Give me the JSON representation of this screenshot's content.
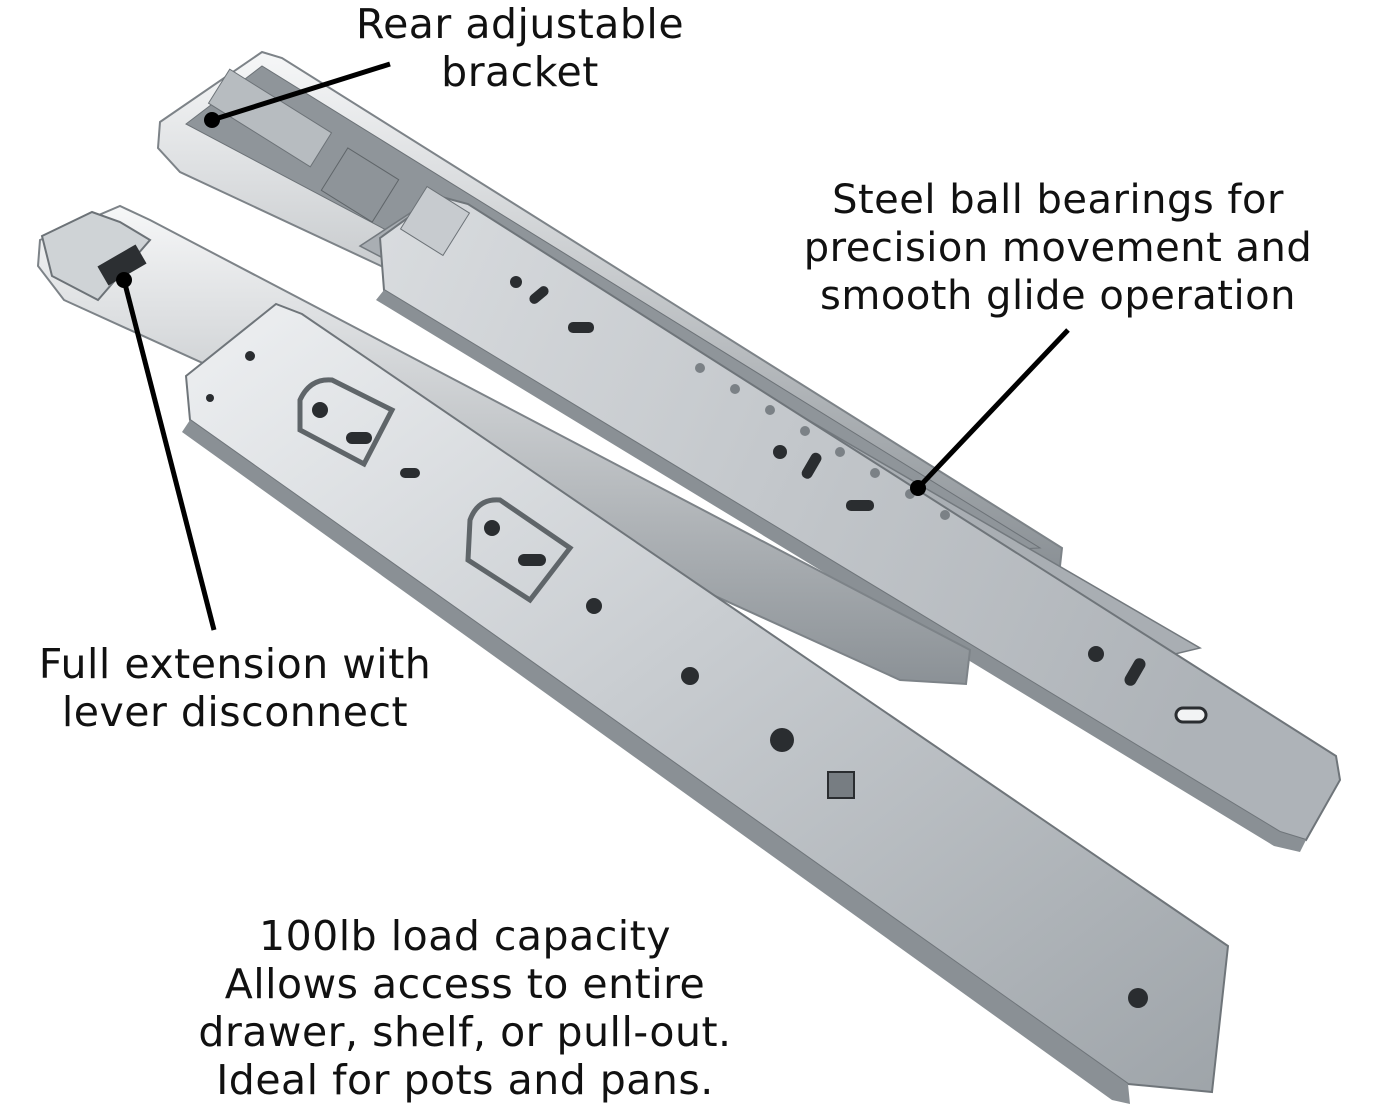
{
  "callouts": {
    "rear_bracket": {
      "lines": [
        "Rear adjustable",
        "bracket"
      ]
    },
    "ball_bearings": {
      "lines": [
        "Steel ball bearings for",
        "precision movement and",
        "smooth glide operation"
      ]
    },
    "full_extension": {
      "lines": [
        "Full extension with",
        "lever disconnect"
      ]
    },
    "load_capacity": {
      "lines": [
        "100lb load capacity",
        "Allows access to entire",
        "drawer, shelf, or pull-out.",
        "Ideal for pots and pans."
      ]
    }
  },
  "colors": {
    "background": "#ffffff",
    "text": "#111111",
    "leader_line": "#000000",
    "steel_light": "#dcdfe2",
    "steel_mid": "#b5babf",
    "steel_dark": "#6f757a"
  }
}
